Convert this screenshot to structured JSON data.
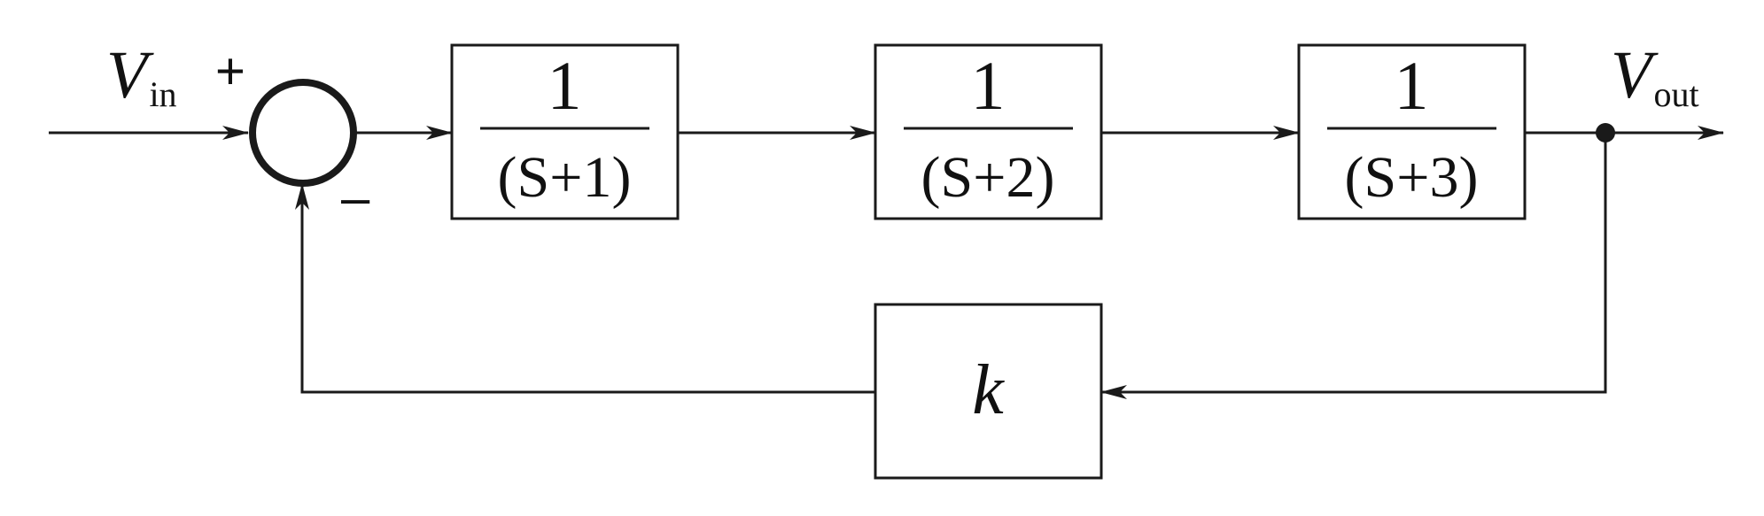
{
  "diagram": {
    "input_label": {
      "main": "V",
      "sub": "in"
    },
    "output_label": {
      "main": "V",
      "sub": "out"
    },
    "summing_junction": {
      "plus_sign": "+",
      "minus_sign": "–"
    },
    "forward_blocks": [
      {
        "numerator": "1",
        "denominator": "(S+1)"
      },
      {
        "numerator": "1",
        "denominator": "(S+2)"
      },
      {
        "numerator": "1",
        "denominator": "(S+3)"
      }
    ],
    "feedback_block": {
      "label": "k"
    }
  }
}
